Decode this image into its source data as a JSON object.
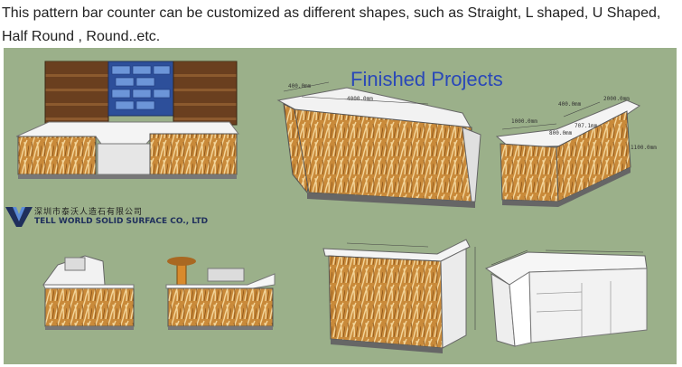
{
  "caption": "This pattern bar counter can be customized as different shapes, such as Straight, L shaped, U Shaped, Half Round , Round..etc.",
  "panel": {
    "title": "Finished Projects",
    "title_color": "#2a48b8",
    "background": "#9bb08a"
  },
  "logo": {
    "mark": "logo-mark",
    "name_cn": "深圳市泰沃人造石有限公司",
    "name_en": "TELL WORLD SOLID SURFACE CO., LTD"
  },
  "dimensions": {
    "top_left": "400.0mm",
    "top_length": "4000.0mm",
    "corner_1": "1000.0mm",
    "corner_2": "400.0mm",
    "corner_3": "2000.0mm",
    "corner_4": "707.1mm",
    "corner_5": "800.0mm",
    "corner_6": "1100.0mm"
  }
}
